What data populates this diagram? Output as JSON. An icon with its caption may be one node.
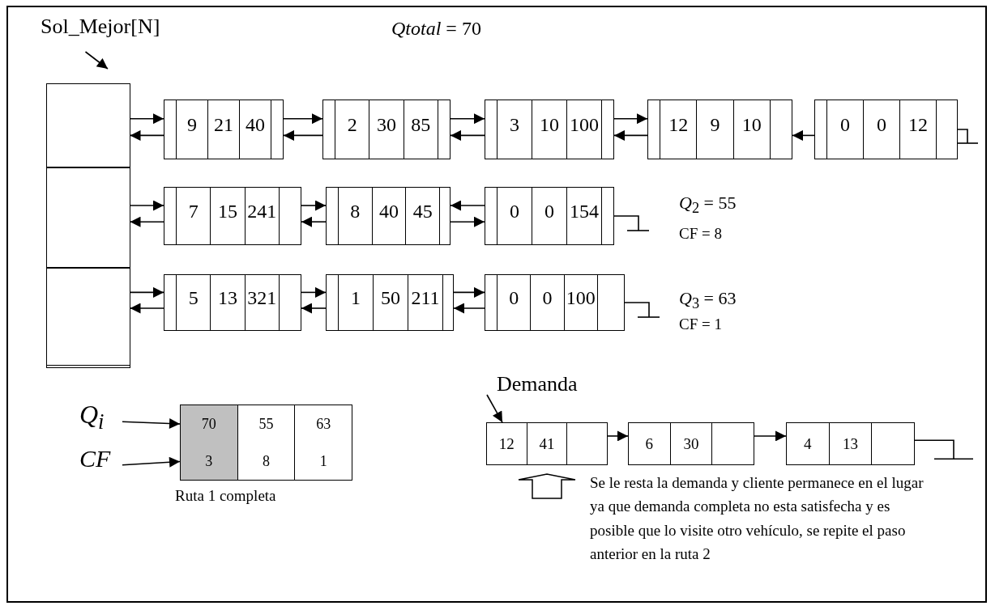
{
  "diagram": {
    "nodes": [
      {
        "text": [
          "Sol_Mejor[N]"
        ]
      },
      {
        "text": [],
        "shape": "box"
      },
      {
        "text": [],
        "shape": "box",
        "in": 1
      },
      {
        "text": [],
        "shape": "box",
        "in": 1
      },
      {
        "text": [],
        "shape": "box",
        "in": 1
      },
      {
        "text": [
          "9",
          "21",
          "40"
        ]
      },
      {
        "text": [
          "2",
          "30",
          "85"
        ]
      },
      {
        "text": [
          "3",
          "10",
          "100"
        ]
      },
      {
        "text": [
          "12",
          "9",
          "10"
        ]
      },
      {
        "text": [
          "0",
          "0",
          "12"
        ]
      },
      {
        "text": [
          "7",
          "15",
          "241"
        ]
      },
      {
        "text": [
          "8",
          "40",
          "45"
        ]
      },
      {
        "text": [
          "0",
          "0",
          "154"
        ]
      },
      {
        "text": [
          "5",
          "13",
          "321"
        ]
      },
      {
        "text": [
          "1",
          "50",
          "211"
        ]
      },
      {
        "text": [
          "0",
          "0",
          "100"
        ]
      },
      {
        "text": [
          "Q$_{i}$"
        ]
      },
      {
        "text": [
          "CF"
        ]
      },
      {
        "text": [
          "70",
          "55",
          "63"
        ]
      },
      {
        "text": [
          "3",
          "8",
          "1"
        ]
      },
      {
        "text": [
          "Demanda"
        ]
      },
      {
        "text": [
          "12",
          "41"
        ]
      },
      {
        "text": [
          "6",
          "30"
        ]
      },
      {
        "text": [
          "4",
          "13"
        ]
      }
    ],
    "edges": [
      {
        "from": 0,
        "to": 1,
        "arrow": "to"
      },
      {
        "from": 2,
        "to": 5,
        "arrow": "to"
      },
      {
        "from": 5,
        "to": 2,
        "arrow": "to"
      },
      {
        "from": 5,
        "to": 6,
        "arrow": "to"
      },
      {
        "from": 6,
        "to": 5,
        "arrow": "to"
      },
      {
        "from": 6,
        "to": 7,
        "arrow": "to"
      },
      {
        "from": 7,
        "to": 6,
        "arrow": "to"
      },
      {
        "from": 7,
        "to": 8,
        "arrow": "to"
      },
      {
        "from": 8,
        "to": 7,
        "arrow": "to"
      },
      {
        "from": 9,
        "to": 8,
        "arrow": "to"
      },
      {
        "from": 3,
        "to": 10,
        "arrow": "to"
      },
      {
        "from": 10,
        "to": 3,
        "arrow": "to"
      },
      {
        "from": 10,
        "to": 11,
        "arrow": "to"
      },
      {
        "from": 11,
        "to": 10,
        "arrow": "to"
      },
      {
        "from": 12,
        "to": 11,
        "arrow": "to"
      },
      {
        "from": 11,
        "to": 12,
        "arrow": "to"
      },
      {
        "from": 4,
        "to": 13,
        "arrow": "to"
      },
      {
        "from": 13,
        "to": 4,
        "arrow": "to"
      },
      {
        "from": 13,
        "to": 14,
        "arrow": "to"
      },
      {
        "from": 14,
        "to": 13,
        "arrow": "to"
      },
      {
        "from": 14,
        "to": 15,
        "arrow": "to"
      },
      {
        "from": 15,
        "to": 14,
        "arrow": "to"
      },
      {
        "from": 16,
        "to": 18,
        "arrow": "to"
      },
      {
        "from": 17,
        "to": 19,
        "arrow": "to"
      },
      {
        "from": 20,
        "to": 21,
        "arrow": "to"
      },
      {
        "from": 21,
        "to": 22,
        "arrow": "to"
      },
      {
        "from": 22,
        "to": 23,
        "arrow": "to"
      }
    ],
    "labels": [
      "*Qtotal* = 70",
      "*Q*$_{2}$ = 55",
      "CF = 8",
      "*Q*$_{3}$ = 63",
      "CF = 1",
      "Ruta 1 completa",
      "Se le resta la demanda y cliente permanece en el lugar ya que demanda completa no esta satisfecha y es posible que lo visite otro vehículo, se repite el paso anterior en la ruta 2"
    ]
  }
}
